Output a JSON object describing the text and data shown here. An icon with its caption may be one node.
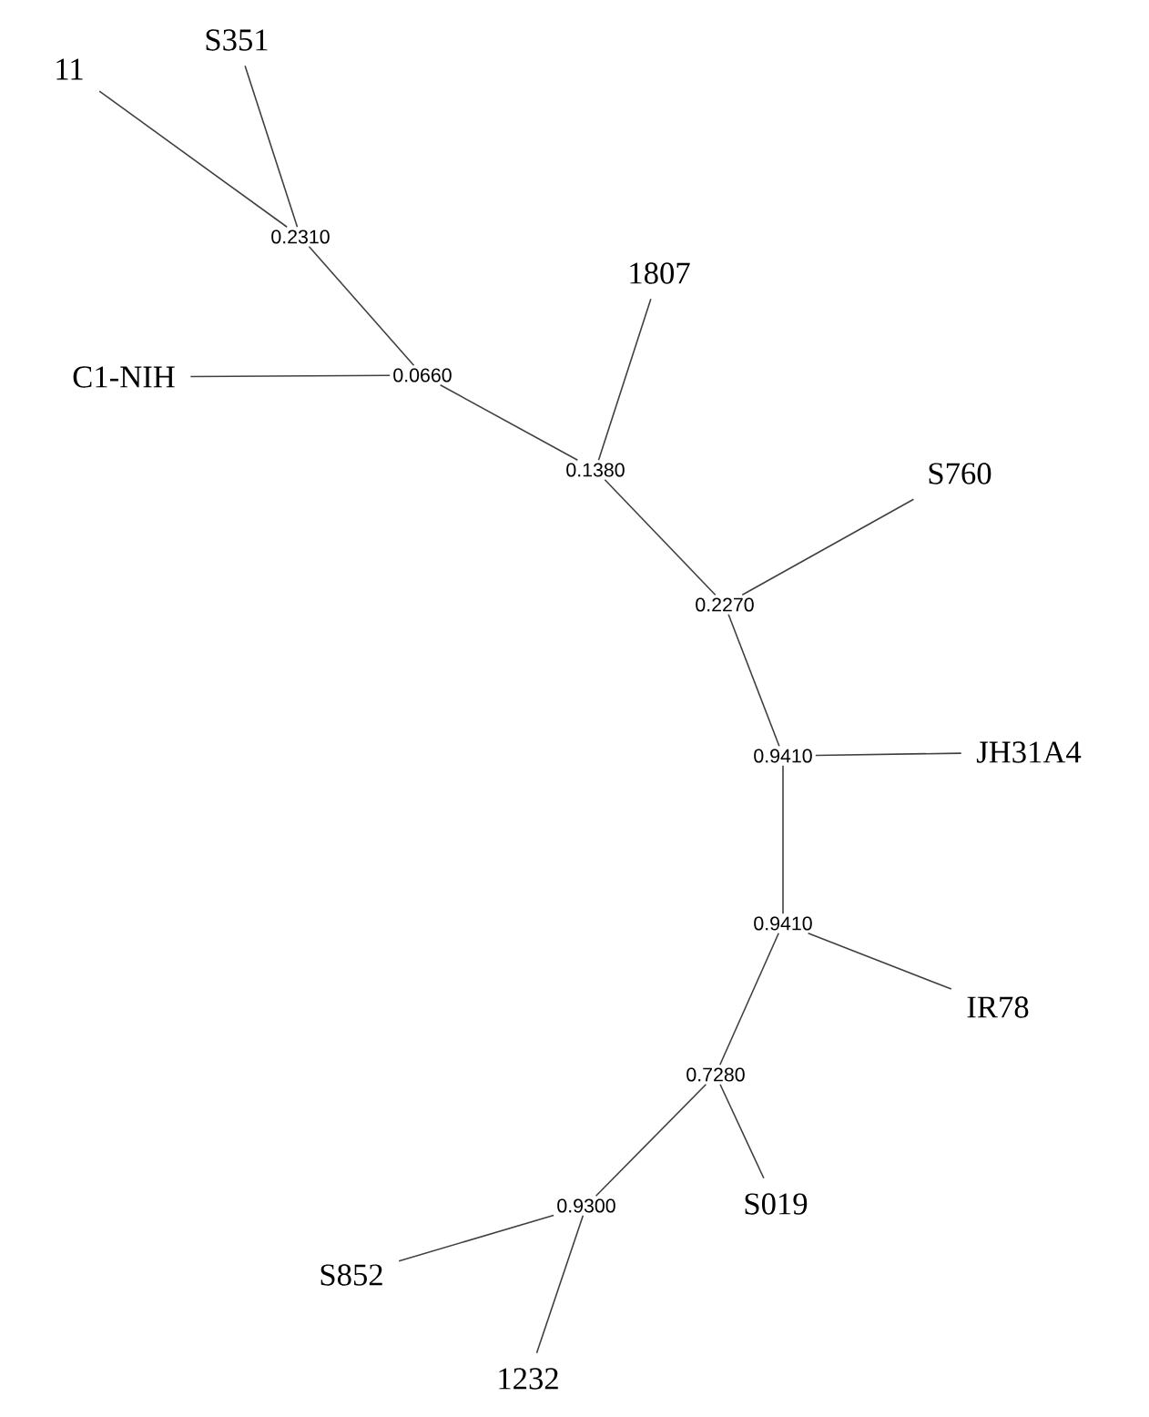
{
  "diagram": {
    "nodes": [
      {
        "text": [
          "S351"
        ]
      },
      {
        "text": [
          "11"
        ]
      },
      {
        "text": [
          "0.2310"
        ]
      },
      {
        "text": [
          "1807"
        ]
      },
      {
        "text": [
          "C1-NIH"
        ]
      },
      {
        "text": [
          "0.0660"
        ]
      },
      {
        "text": [
          "0.1380"
        ]
      },
      {
        "text": [
          "S760"
        ]
      },
      {
        "text": [
          "0.2270"
        ]
      },
      {
        "text": [
          "0.9410"
        ]
      },
      {
        "text": [
          "JH31A4"
        ]
      },
      {
        "text": [
          "0.9410"
        ]
      },
      {
        "text": [
          "IR78"
        ]
      },
      {
        "text": [
          "0.7280"
        ]
      },
      {
        "text": [
          "S019"
        ]
      },
      {
        "text": [
          "0.9300"
        ]
      },
      {
        "text": [
          "S852"
        ]
      },
      {
        "text": [
          "1232"
        ]
      }
    ],
    "edges": [
      {
        "from": 2,
        "to": 0,
        "arrow": "none"
      },
      {
        "from": 2,
        "to": 1,
        "arrow": "none"
      },
      {
        "from": 2,
        "to": 5,
        "arrow": "none"
      },
      {
        "from": 5,
        "to": 4,
        "arrow": "none"
      },
      {
        "from": 5,
        "to": 6,
        "arrow": "none"
      },
      {
        "from": 6,
        "to": 3,
        "arrow": "none"
      },
      {
        "from": 6,
        "to": 8,
        "arrow": "none"
      },
      {
        "from": 8,
        "to": 7,
        "arrow": "none"
      },
      {
        "from": 8,
        "to": 9,
        "arrow": "none"
      },
      {
        "from": 9,
        "to": 10,
        "arrow": "none"
      },
      {
        "from": 9,
        "to": 11,
        "arrow": "none"
      },
      {
        "from": 11,
        "to": 12,
        "arrow": "none"
      },
      {
        "from": 11,
        "to": 13,
        "arrow": "none"
      },
      {
        "from": 13,
        "to": 14,
        "arrow": "none"
      },
      {
        "from": 13,
        "to": 15,
        "arrow": "none"
      },
      {
        "from": 15,
        "to": 16,
        "arrow": "none"
      },
      {
        "from": 15,
        "to": 17,
        "arrow": "none"
      }
    ]
  }
}
